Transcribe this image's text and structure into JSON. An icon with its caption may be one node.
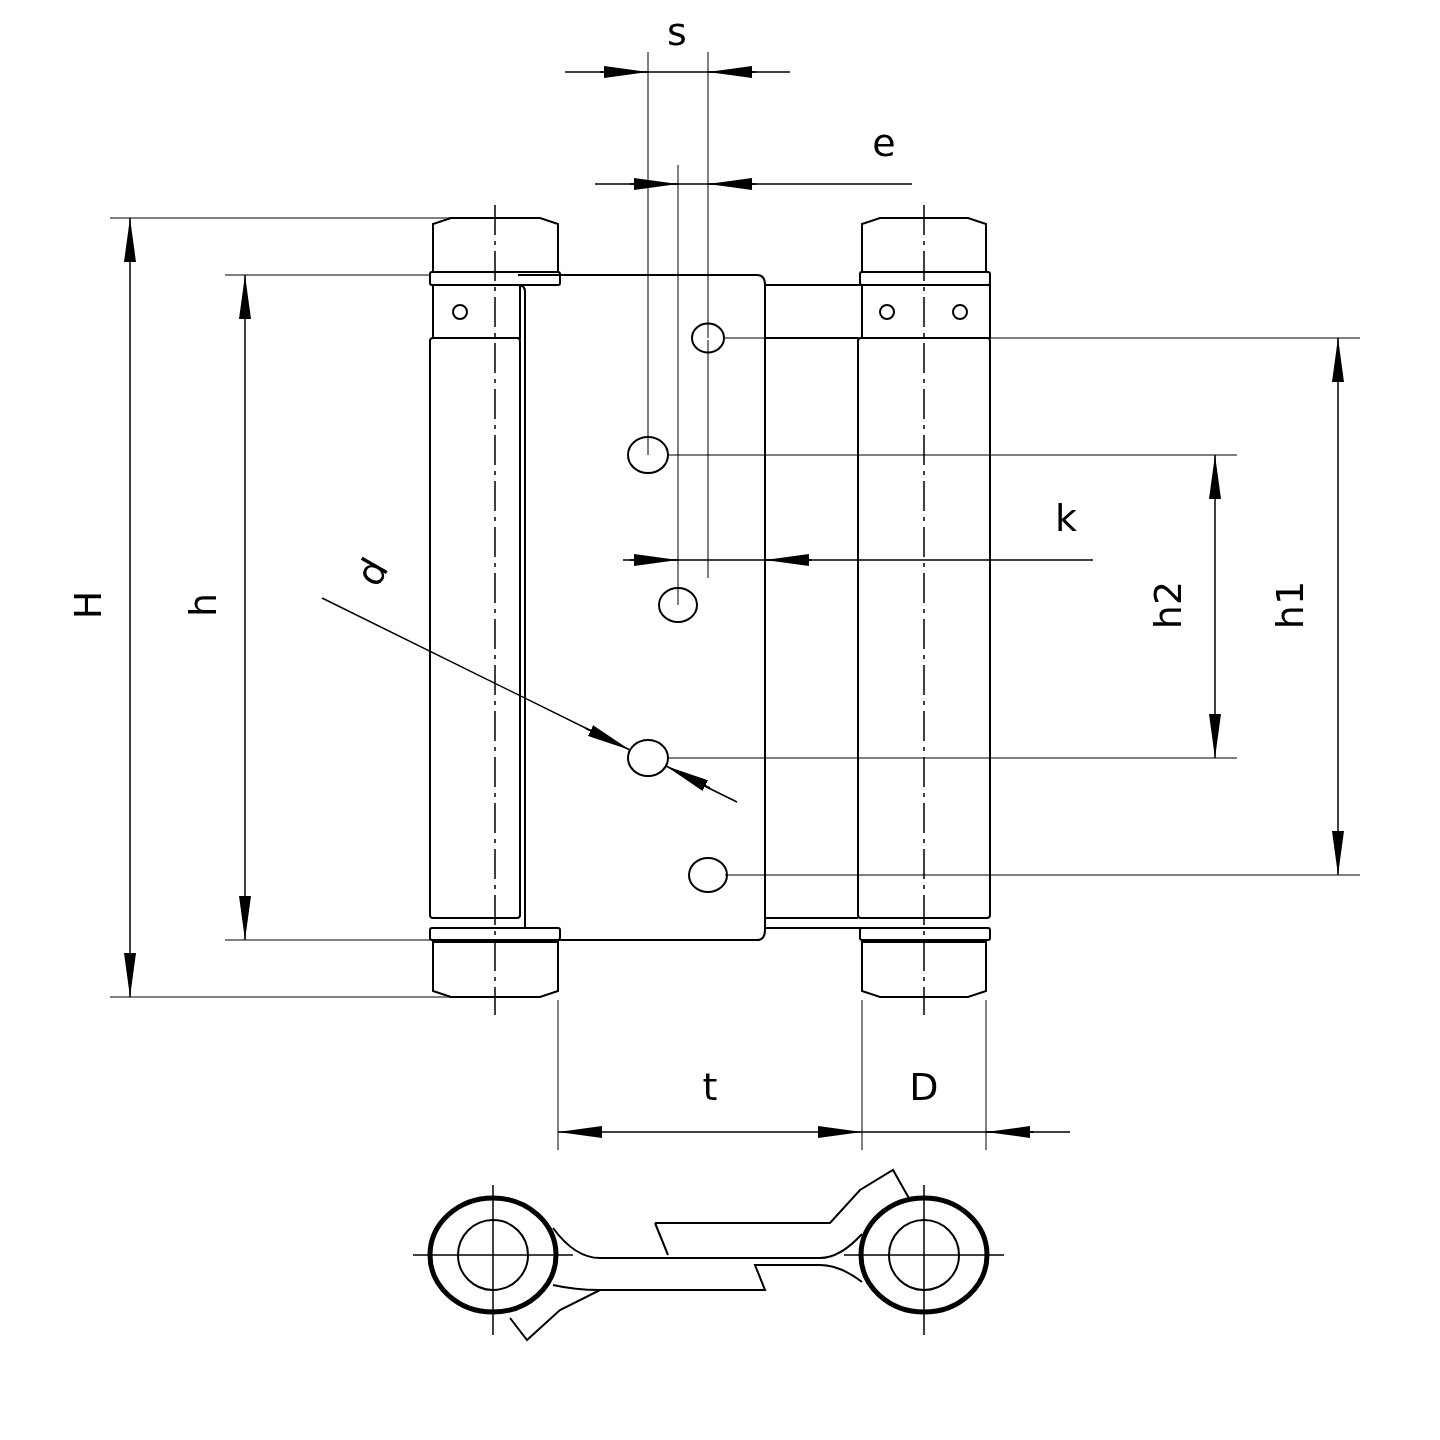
{
  "diagram": {
    "labels": [
      "s",
      "e",
      "d",
      "k",
      "H",
      "h",
      "h2",
      "h1",
      "t",
      "D"
    ]
  }
}
